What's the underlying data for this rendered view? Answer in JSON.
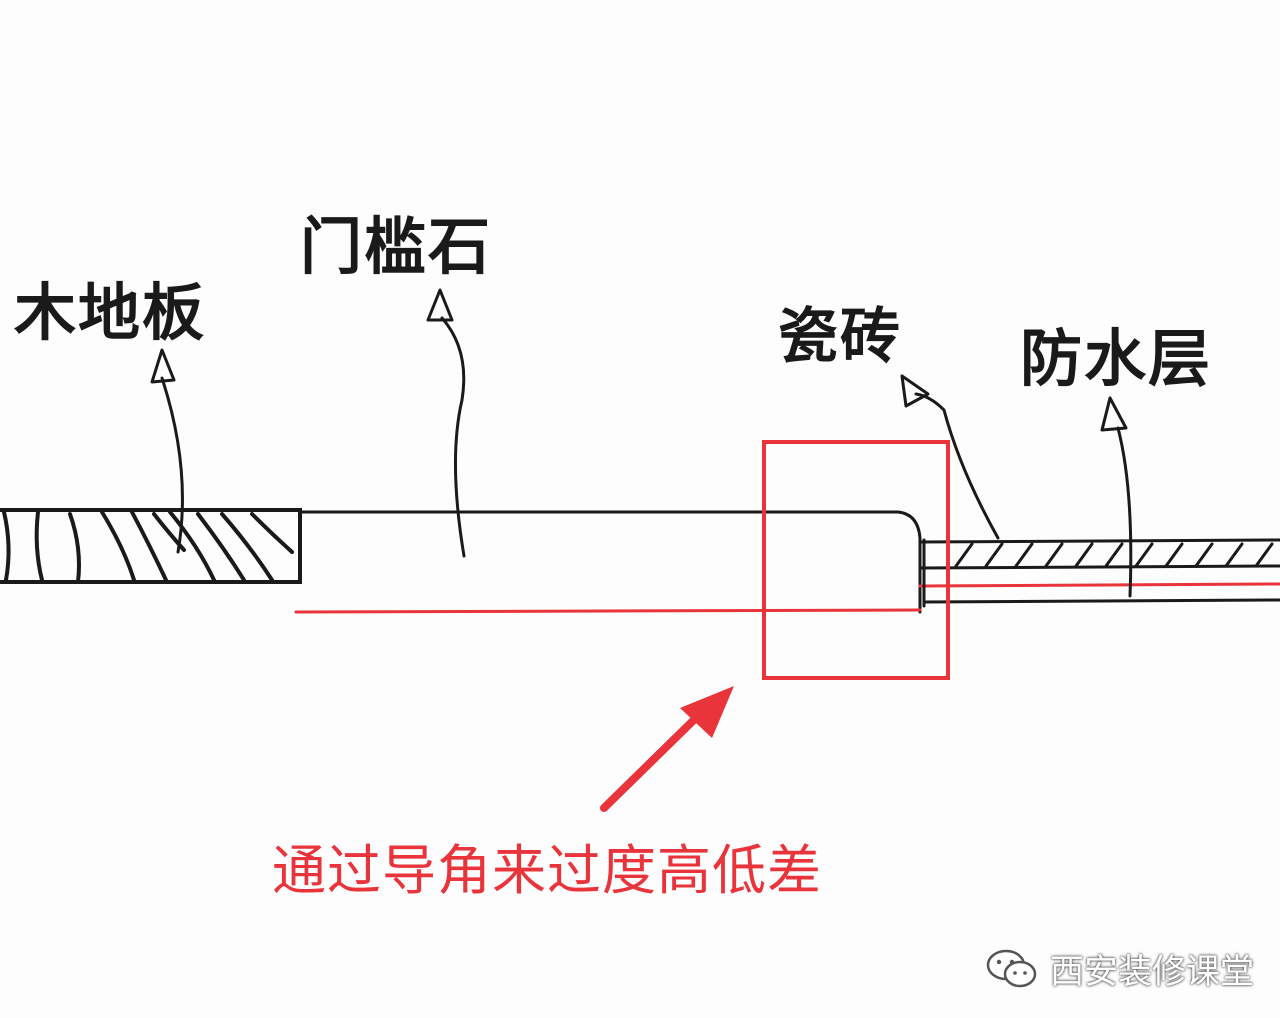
{
  "labels": {
    "wood_floor": "木地板",
    "door_sill_stone": "门槛石",
    "ceramic_tile": "瓷砖",
    "waterproof_layer": "防水层"
  },
  "annotation": {
    "caption": "通过导角来过度高低差"
  },
  "watermark": {
    "text": "西安装修课堂",
    "icon": "wechat-icon"
  },
  "colors": {
    "ink": "#1a1a1a",
    "highlight_red": "#e8343a",
    "background": "#fdfdfd"
  }
}
